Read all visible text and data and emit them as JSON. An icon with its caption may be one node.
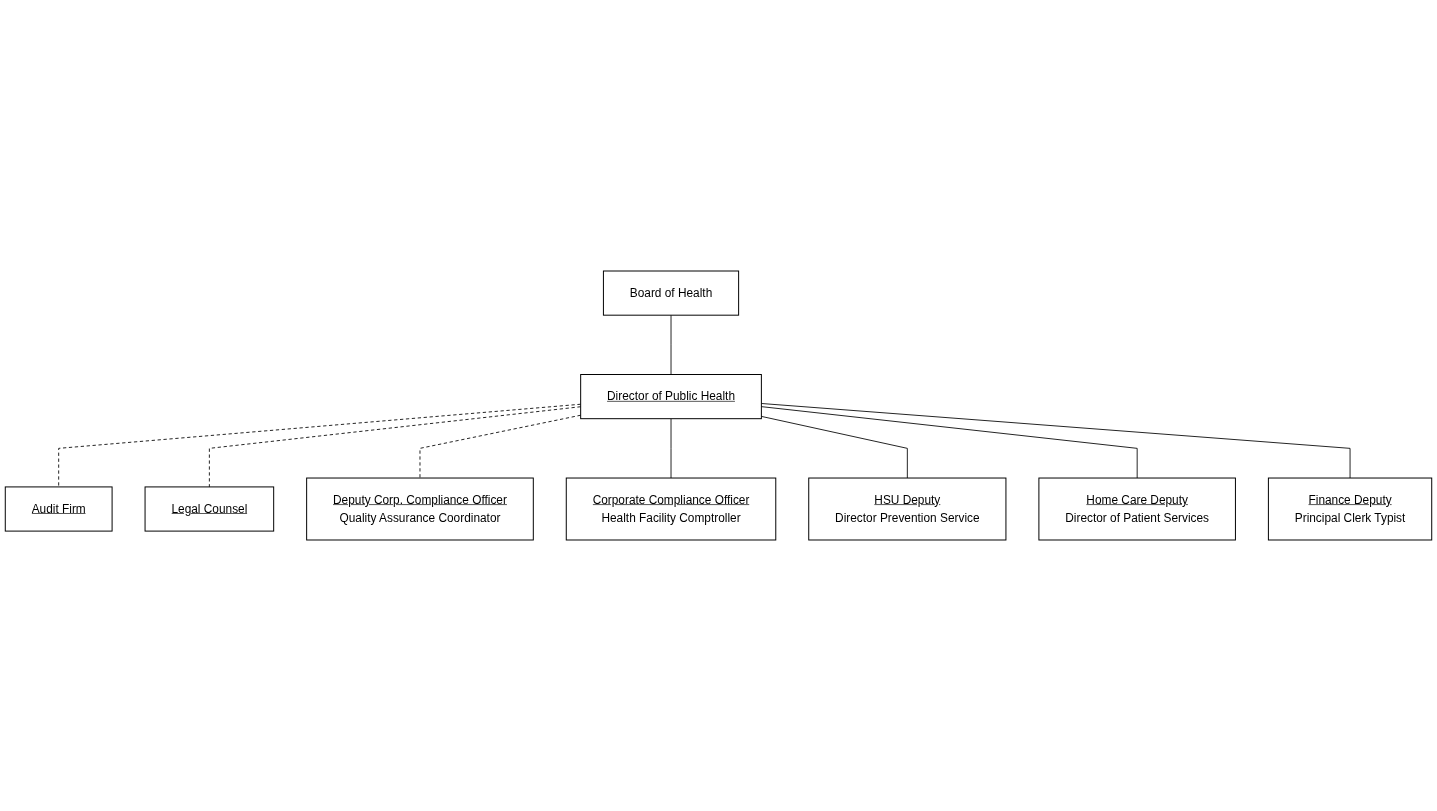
{
  "diagram": {
    "nodes": [
      {
        "text": [
          "Board of Health"
        ]
      },
      {
        "text": [
          "Director of Public Health"
        ]
      },
      {
        "text": [
          "Audit Firm"
        ]
      },
      {
        "text": [
          "Legal Counsel"
        ]
      },
      {
        "text": [
          "Deputy Corp. Compliance Officer",
          "Quality Assurance Coordinator"
        ]
      },
      {
        "text": [
          "Corporate Compliance Officer",
          "Health Facility Comptroller"
        ]
      },
      {
        "text": [
          "HSU Deputy",
          "Director Prevention Service"
        ]
      },
      {
        "text": [
          "Home Care Deputy",
          "Director of Patient Services"
        ]
      },
      {
        "text": [
          "Finance Deputy",
          "Principal Clerk Typist"
        ]
      }
    ],
    "edges": [
      {
        "from": 0,
        "to": 1,
        "arrow": "none"
      },
      {
        "from": 1,
        "to": 2,
        "arrow": "none",
        "style": "dashed"
      },
      {
        "from": 1,
        "to": 3,
        "arrow": "none",
        "style": "dashed"
      },
      {
        "from": 1,
        "to": 4,
        "arrow": "none",
        "style": "dashed"
      },
      {
        "from": 1,
        "to": 5,
        "arrow": "none"
      },
      {
        "from": 1,
        "to": 6,
        "arrow": "none"
      },
      {
        "from": 1,
        "to": 7,
        "arrow": "none"
      },
      {
        "from": 1,
        "to": 8,
        "arrow": "none"
      }
    ]
  }
}
